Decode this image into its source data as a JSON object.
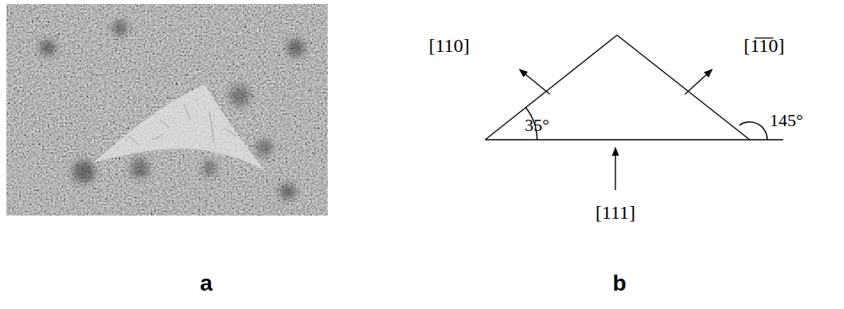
{
  "diagram": {
    "labels": [
      "a",
      "[110]",
      "[1̅1̅0]",
      "35°",
      "145°",
      "[111]",
      "b"
    ]
  }
}
